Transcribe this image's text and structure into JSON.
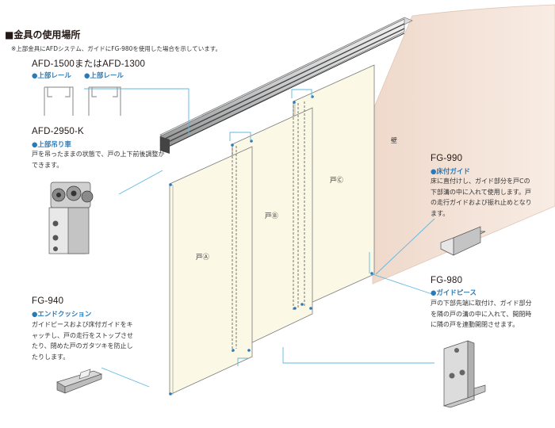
{
  "header": {
    "title": "■金具の使用場所",
    "note": "※上部金具にAFDシステム、ガイドにFG-980を使用した場合を示しています。"
  },
  "parts": {
    "rail": {
      "code": "AFD-1500またはAFD-1300",
      "sub1": "●上部レール",
      "sub2": "●上部レール"
    },
    "hanger": {
      "code": "AFD-2950-K",
      "sub": "●上部吊り車",
      "desc": "戸を吊ったままの状態で、戸の上下前後調整ができます。"
    },
    "fg990": {
      "code": "FG-990",
      "sub": "●床付ガイド",
      "desc": "床に直付けし、ガイド部分を戸Cの下部溝の中に入れて使用します。戸の走行ガイドおよび振れ止めとなります。"
    },
    "fg980": {
      "code": "FG-980",
      "sub": "●ガイドピース",
      "desc": "戸の下部先端に取付け、ガイド部分を隣の戸の溝の中に入れて、開閉時に隣の戸を連動開閉させます。"
    },
    "fg940": {
      "code": "FG-940",
      "sub": "●エンドクッション",
      "desc": "ガイドピースおよび床付ガイドをキャッチし、戸の走行をストップさせたり、閉めた戸のガタツキを防止したりします。"
    }
  },
  "doors": {
    "a": "戸Ⓐ",
    "b": "戸Ⓑ",
    "c": "戸Ⓒ"
  },
  "wall": "壁",
  "colors": {
    "accent": "#2a7ab8",
    "leader": "#5fb8e0",
    "door_fill": "#fbf8e5",
    "wall_fill": "#f6e8de",
    "metal": "#c8c9ca"
  }
}
